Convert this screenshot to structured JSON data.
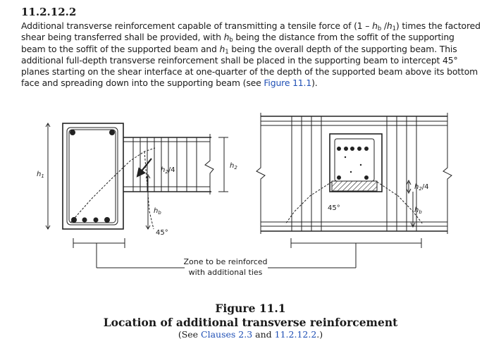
{
  "clause": {
    "number": "11.2.12.2",
    "line1_a": "Additional transverse reinforcement capable of transmitting a tensile force of (1 – ",
    "line1_hb": "h",
    "line1_hb_sub": "b",
    "line1_slash": " /",
    "line1_h1": "h",
    "line1_h1_sub": "1",
    "line1_b": ") times the factored",
    "line2_a": "shear being transferred shall be provided, with ",
    "line2_hb": "h",
    "line2_hb_sub": "b",
    "line2_b": " being the distance from the soffit of the supporting",
    "line3_a": "beam to the soffit of the supported beam and ",
    "line3_h1": "h",
    "line3_h1_sub": "1",
    "line3_b": " being the overall depth of the supporting beam. This",
    "line4": "additional full-depth transverse reinforcement shall be placed in the supporting beam to intercept 45°",
    "line5": "planes starting on the shear interface at one-quarter of the depth of the supported beam above its bottom",
    "line6_a": "face and spreading down into the supporting beam (see ",
    "line6_link": "Figure 11.1",
    "line6_b": ")."
  },
  "figure": {
    "label_h1": "h1",
    "label_h2": "h2",
    "label_h2_quarter": "h2/4",
    "label_hb": "hb",
    "label_angle": "45°",
    "zone_line1": "Zone to be reinforced",
    "zone_line2": "with additional ties",
    "number": "Figure 11.1",
    "caption": "Location of additional transverse reinforcement",
    "see_prefix": "(See ",
    "see_link1": "Clauses 2.3",
    "see_and": " and ",
    "see_link2": "11.2.12.2",
    "see_suffix": ".)"
  },
  "colors": {
    "link": "#1f4fb5",
    "text": "#1a1a1a"
  }
}
